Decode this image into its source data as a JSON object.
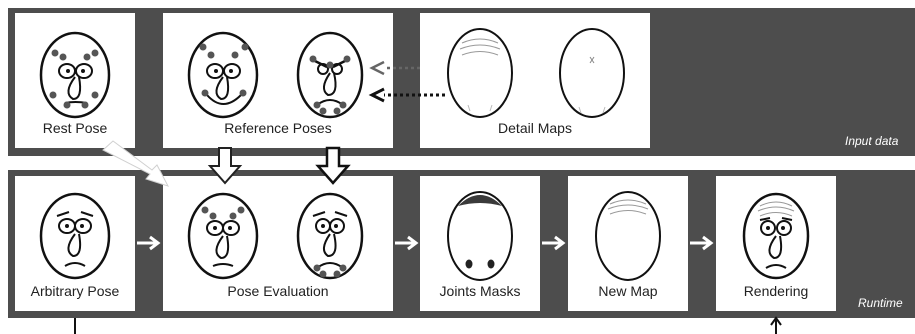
{
  "bands": {
    "input": {
      "label": "Input data"
    },
    "runtime": {
      "label": "Runtime"
    }
  },
  "panels": {
    "rest_pose": "Rest Pose",
    "reference_poses": "Reference Poses",
    "detail_maps": "Detail Maps",
    "arbitrary_pose": "Arbitrary Pose",
    "pose_evaluation": "Pose Evaluation",
    "joints_masks": "Joints Masks",
    "new_map": "New Map",
    "rendering": "Rendering"
  },
  "colors": {
    "band": "#4d4d4d",
    "panel": "#ffffff",
    "joint_marker": "#555555",
    "mask_fill": "#3a3a3a"
  }
}
